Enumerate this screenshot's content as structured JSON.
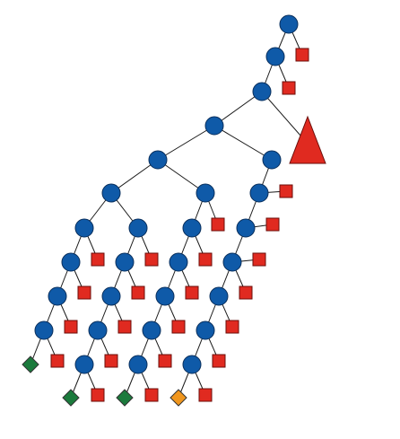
{
  "colors": {
    "background": "#ffffff",
    "edge": "#1a1a1a",
    "node_fill": "#0f5aa8",
    "node_stroke": "#0a2f5c",
    "leaf_fill": "#e02a20",
    "leaf_stroke": "#6b0e0a",
    "subtree_fill": "#e02a20",
    "goal_green": "#1b7a3c",
    "goal_orange": "#f0961e"
  },
  "tree": {
    "node_type_names": [
      "internal-node",
      "leaf-square",
      "collapsed-subtree-triangle",
      "leaf-diamond-green",
      "leaf-diamond-orange"
    ]
  }
}
